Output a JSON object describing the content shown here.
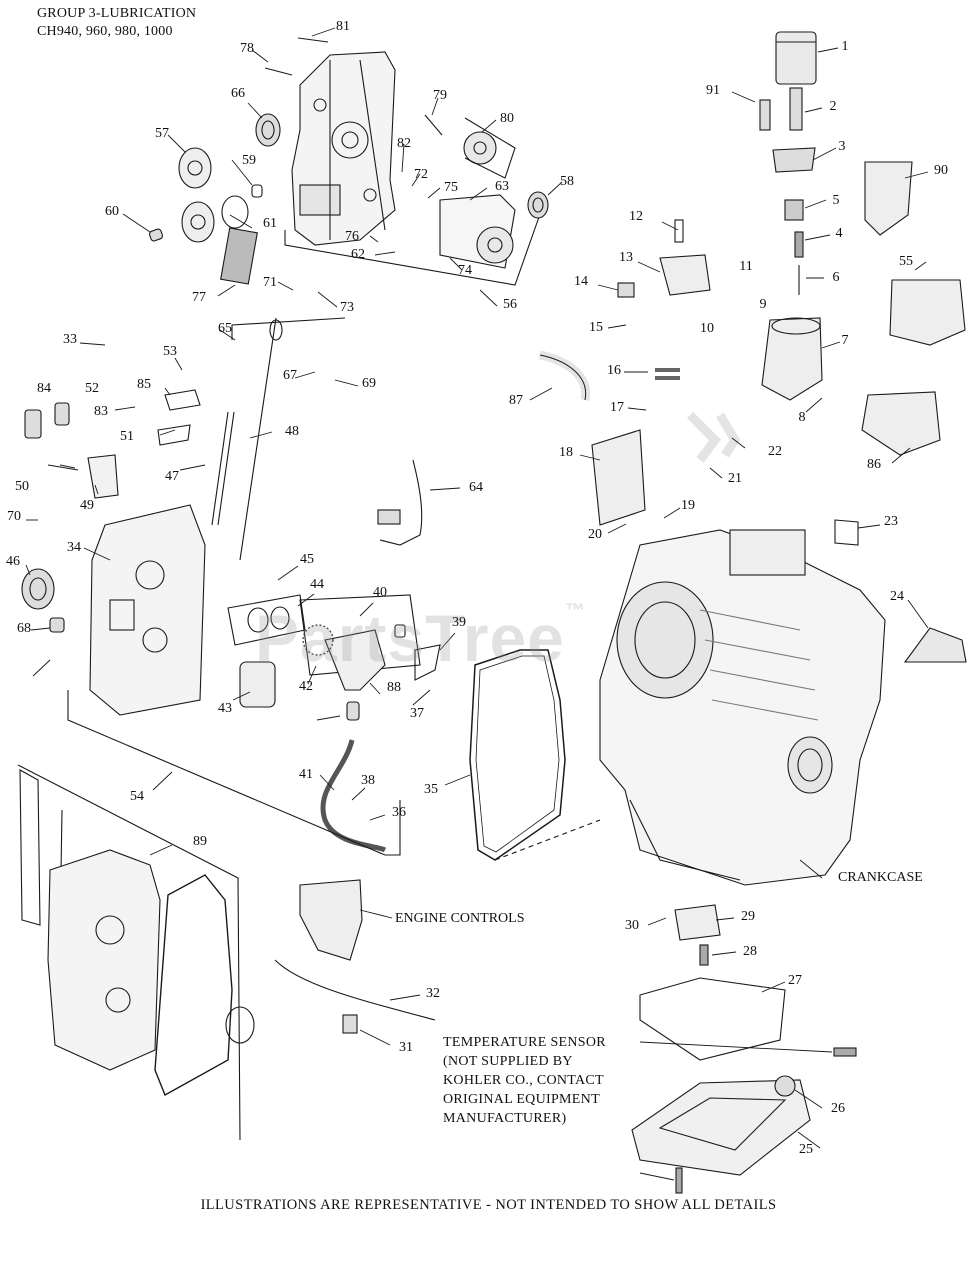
{
  "header": {
    "line1": "GROUP 3-LUBRICATION",
    "line2": "CH940, 960, 980, 1000"
  },
  "watermark": "PartsTree",
  "watermark_mark": "™",
  "callouts": {
    "engine_controls": "ENGINE CONTROLS",
    "crankcase": "CRANKCASE",
    "temp_sensor": [
      "TEMPERATURE SENSOR",
      "(NOT SUPPLIED BY",
      "KOHLER CO., CONTACT",
      "ORIGINAL EQUIPMENT",
      "MANUFACTURER)"
    ]
  },
  "footer": "ILLUSTRATIONS ARE REPRESENTATIVE - NOT INTENDED TO SHOW ALL DETAILS",
  "part_numbers": [
    "1",
    "2",
    "3",
    "4",
    "5",
    "6",
    "7",
    "8",
    "9",
    "10",
    "11",
    "12",
    "13",
    "14",
    "15",
    "16",
    "17",
    "18",
    "19",
    "20",
    "21",
    "22",
    "23",
    "24",
    "25",
    "26",
    "27",
    "28",
    "29",
    "30",
    "31",
    "32",
    "33",
    "34",
    "35",
    "36",
    "37",
    "38",
    "39",
    "40",
    "41",
    "42",
    "43",
    "44",
    "45",
    "46",
    "47",
    "48",
    "49",
    "50",
    "51",
    "52",
    "53",
    "54",
    "55",
    "56",
    "57",
    "58",
    "59",
    "60",
    "61",
    "62",
    "63",
    "64",
    "65",
    "66",
    "67",
    "68",
    "69",
    "70",
    "71",
    "72",
    "73",
    "74",
    "75",
    "76",
    "77",
    "78",
    "79",
    "80",
    "81",
    "82",
    "83",
    "84",
    "85",
    "86",
    "87",
    "88",
    "89",
    "90",
    "91"
  ],
  "colors": {
    "line": "#1a1a1a",
    "part_fill": "#f4f4f4",
    "shade": "#cfcfcf",
    "watermark": "#969696"
  }
}
